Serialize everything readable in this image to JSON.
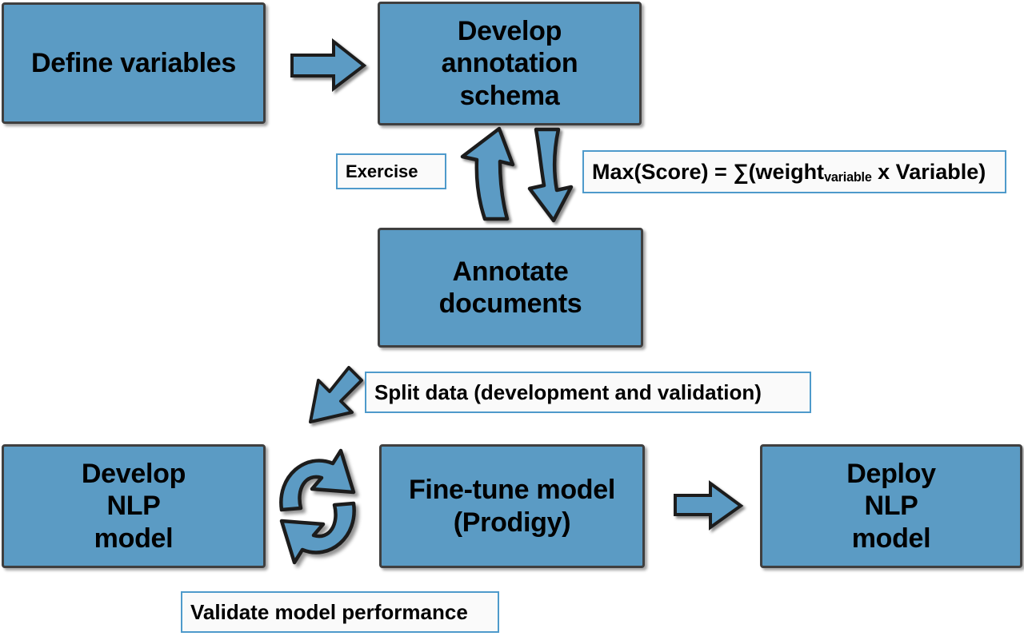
{
  "diagram": {
    "title": "NLP model development workflow flowchart",
    "colors": {
      "box_fill": "#5B9BC4",
      "box_border": "#3F3F3F",
      "label_border": "#4E9ACB",
      "label_fill": "#FAFAFA",
      "arrow_fill": "#5B9BC4",
      "arrow_border": "#222222",
      "text": "#000000",
      "background": "#FFFFFF"
    },
    "process_boxes": [
      {
        "id": "define-variables",
        "label": "Define variables"
      },
      {
        "id": "develop-annotation-schema",
        "label": "Develop\nannotation\nschema"
      },
      {
        "id": "annotate-documents",
        "label": "Annotate\ndocuments"
      },
      {
        "id": "develop-nlp-model",
        "label": "Develop\nNLP\nmodel"
      },
      {
        "id": "fine-tune-model",
        "label": "Fine-tune model\n(Prodigy)"
      },
      {
        "id": "deploy-nlp-model",
        "label": "Deploy\nNLP\nmodel"
      }
    ],
    "labels": {
      "exercise": "Exercise",
      "formula_prefix": "Max(Score) = ∑(weight",
      "formula_subscript": "variable",
      "formula_suffix": " x Variable)",
      "split_data": "Split data (development and validation)",
      "validate": "Validate model performance"
    },
    "arrows": [
      {
        "id": "define-to-schema",
        "kind": "straight-right"
      },
      {
        "id": "schema-to-annotate",
        "kind": "curved-down"
      },
      {
        "id": "annotate-to-schema",
        "kind": "curved-up"
      },
      {
        "id": "annotate-to-develop",
        "kind": "diagonal-down-left"
      },
      {
        "id": "develop-finetune-cycle",
        "kind": "circular-bidirectional"
      },
      {
        "id": "finetune-to-deploy",
        "kind": "straight-right"
      }
    ]
  }
}
